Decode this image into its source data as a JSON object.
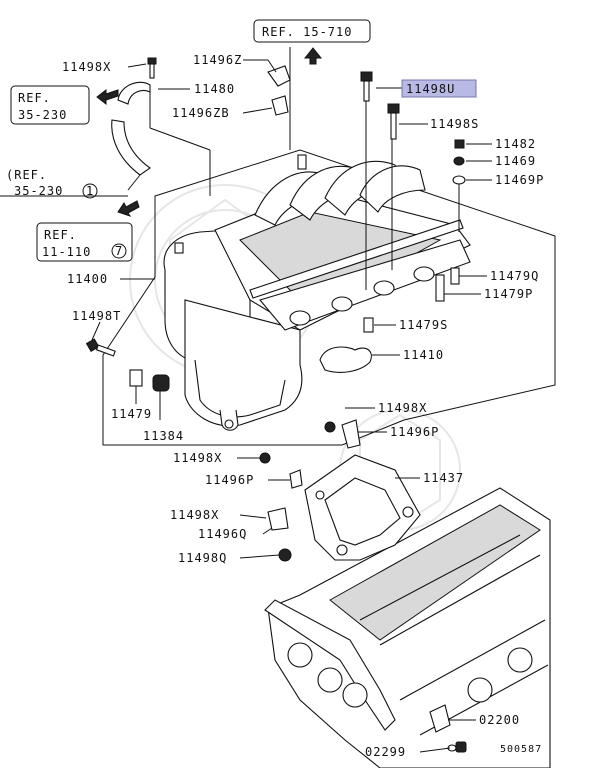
{
  "diagram": {
    "ref_boxes": {
      "ref_15_710": "REF. 15-710",
      "ref_35_230_top_line1": "REF.",
      "ref_35_230_top_line2": "35-230",
      "ref_35_230_mid_line1": "(REF.",
      "ref_35_230_mid_line2": "35-230",
      "ref_35_230_mid_circle": "1",
      "ref_11_110_line1": "REF.",
      "ref_11_110_line2": "11-110",
      "ref_11_110_circle": "7"
    },
    "highlighted_part": "11498U",
    "highlight_color": "#b9b9e6",
    "labels": {
      "p11498x_top": "11498X",
      "p11496z": "11496Z",
      "p11480": "11480",
      "p11496zb": "11496ZB",
      "p11498s": "11498S",
      "p11482": "11482",
      "p11469": "11469",
      "p11469p": "11469P",
      "p11400": "11400",
      "p11479q": "11479Q",
      "p11479p": "11479P",
      "p11498t": "11498T",
      "p11479s": "11479S",
      "p11410": "11410",
      "p11479": "11479",
      "p11384": "11384",
      "p11498x_mid": "11498X",
      "p11496p_right": "11496P",
      "p11498x_left": "11498X",
      "p11496p_left": "11496P",
      "p11437": "11437",
      "p11498x_low": "11498X",
      "p11496q": "11496Q",
      "p11498q": "11498Q",
      "p02200": "02200",
      "p02299": "02299"
    },
    "diagram_number": "500587"
  }
}
